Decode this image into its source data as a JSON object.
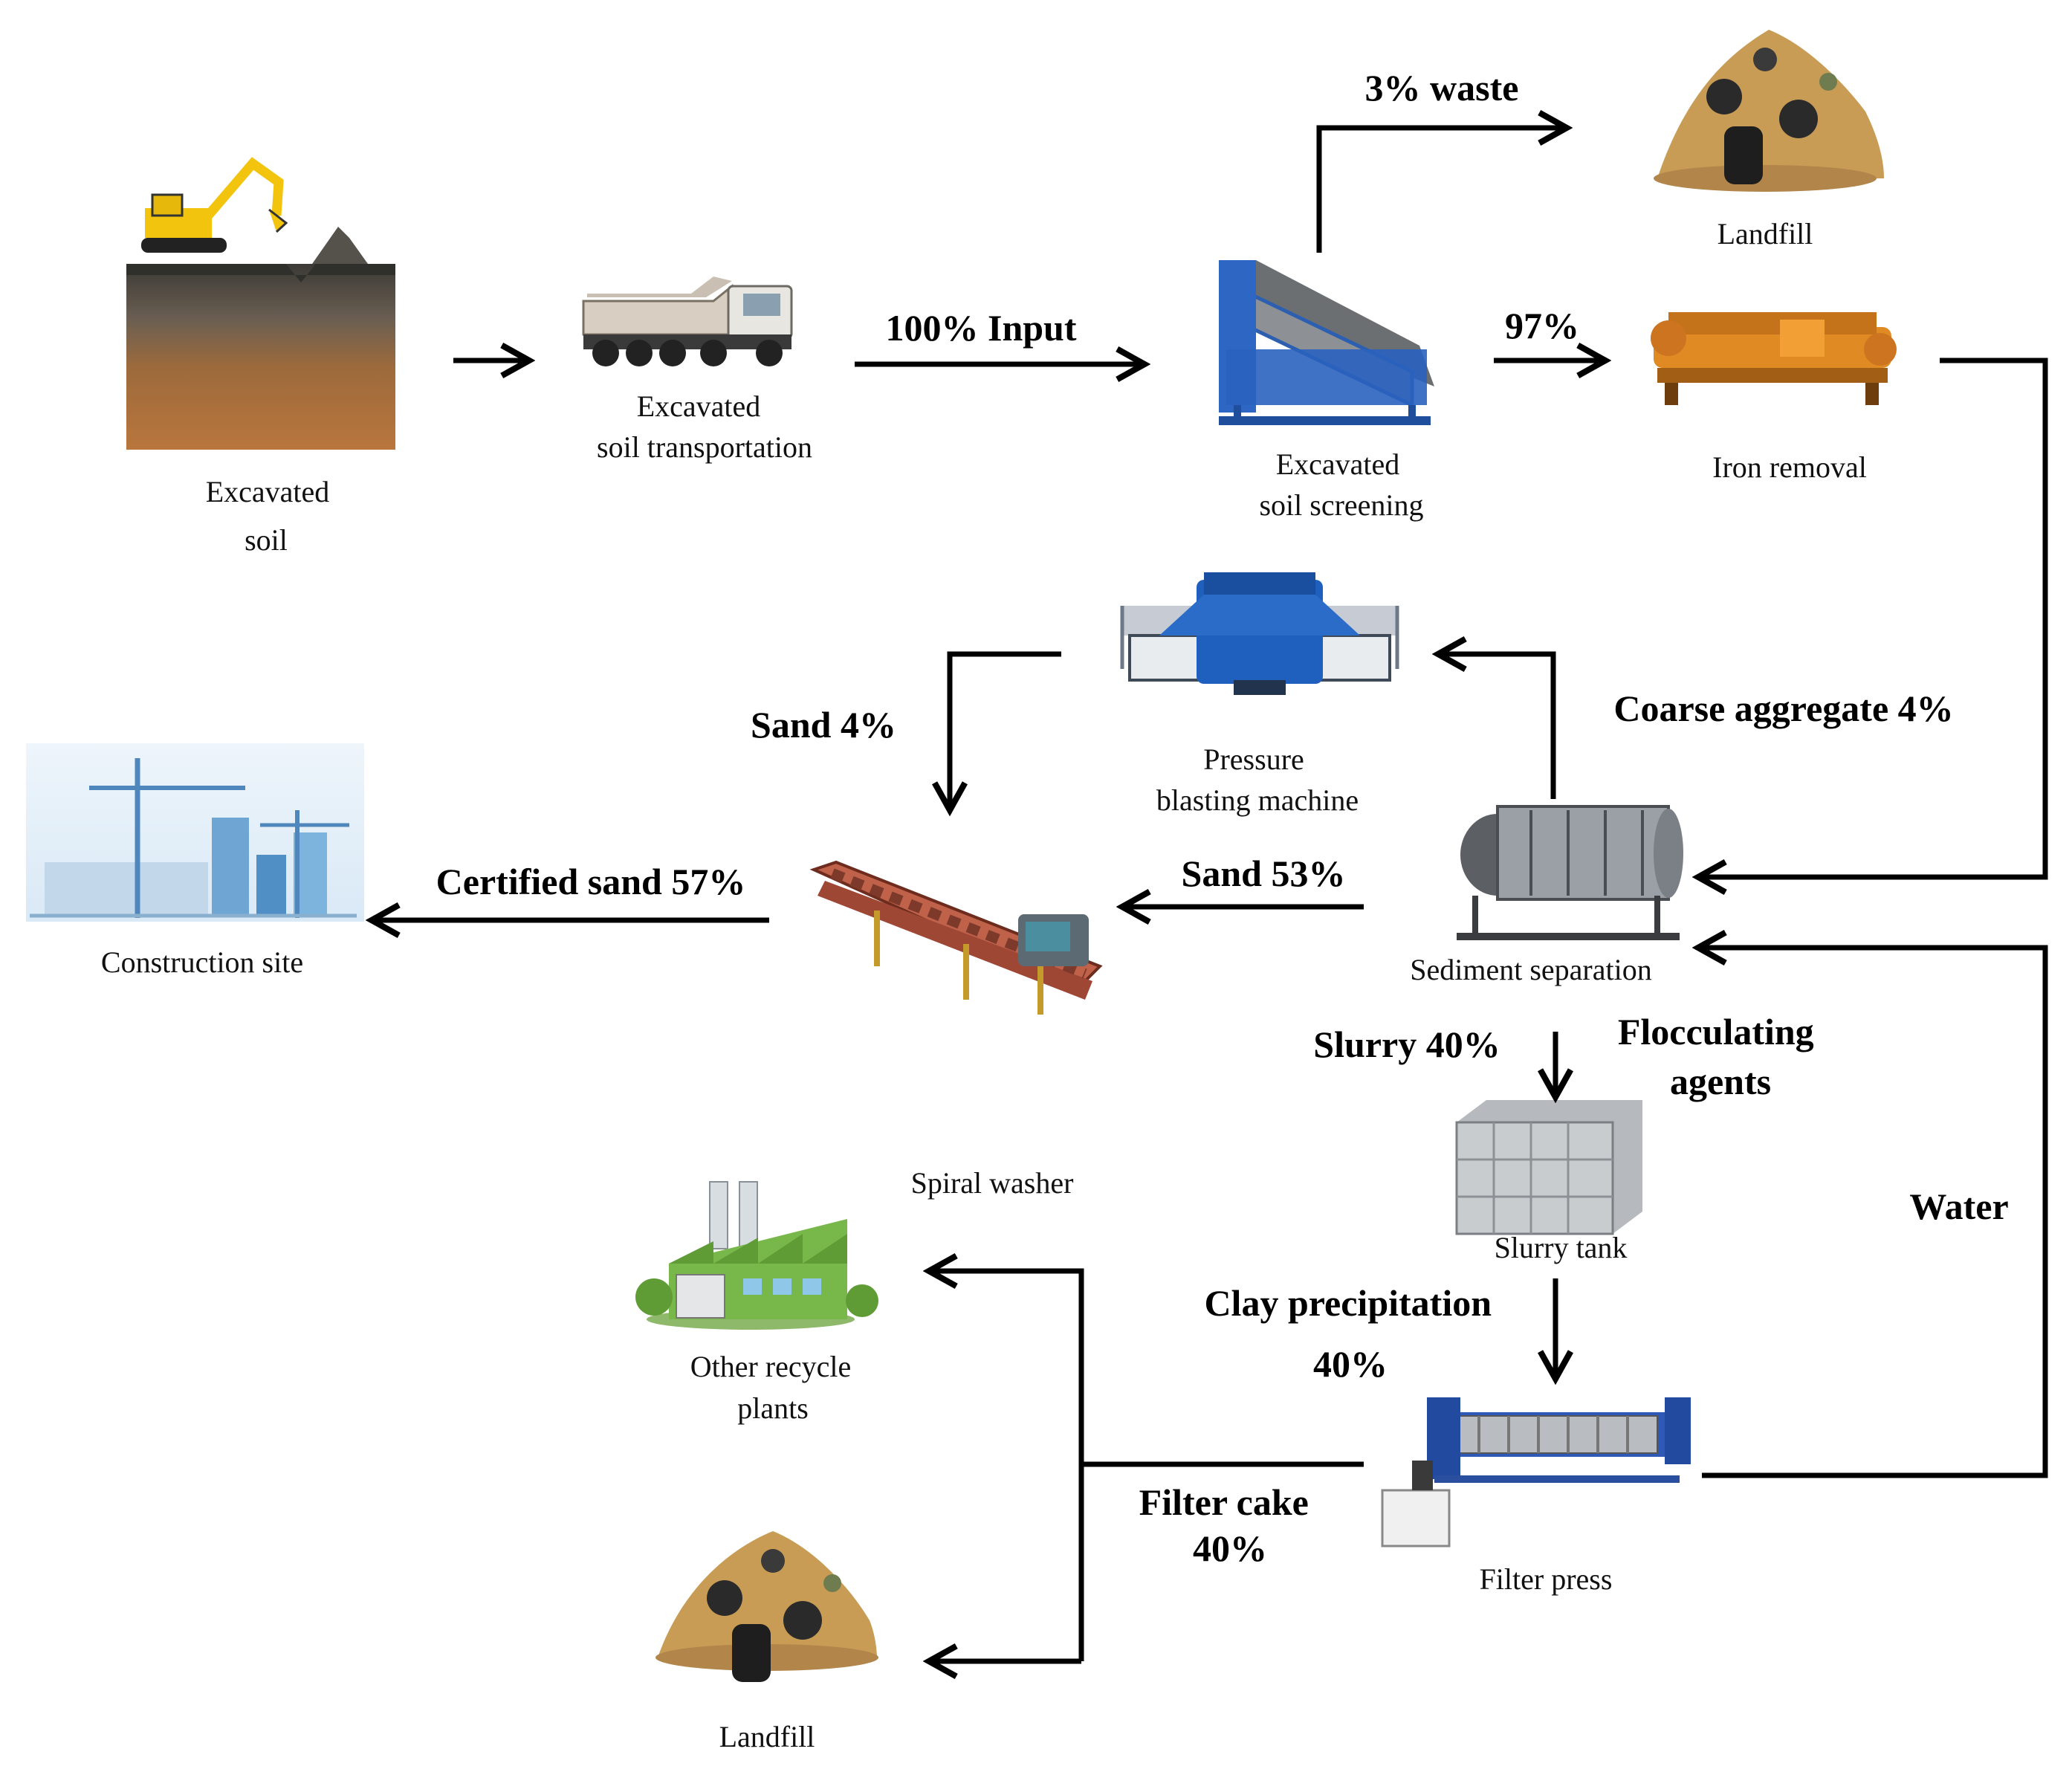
{
  "nodes": {
    "excavated_soil": [
      "Excavated",
      "soil"
    ],
    "transportation": [
      "Excavated",
      "soil transportation"
    ],
    "screening": [
      "Excavated",
      "soil screening"
    ],
    "landfill_top": "Landfill",
    "iron_removal": "Iron removal",
    "pressure_blasting": [
      "Pressure",
      "blasting machine"
    ],
    "sediment_separation": "Sediment separation",
    "construction_site": "Construction site",
    "spiral_washer": "Spiral washer",
    "slurry_tank": "Slurry tank",
    "other_recycle": [
      "Other recycle",
      "plants"
    ],
    "filter_press": "Filter press",
    "landfill_bottom": "Landfill"
  },
  "flows": {
    "input": "100% Input",
    "waste": "3% waste",
    "pct97": "97%",
    "coarse_aggregate": "Coarse aggregate 4%",
    "sand4": "Sand  4%",
    "sand53": "Sand  53%",
    "certified_sand": "Certified sand 57%",
    "slurry": "Slurry 40%",
    "flocculating": [
      "Flocculating",
      "agents"
    ],
    "water": "Water",
    "clay_precipitation": [
      "Clay precipitation",
      "40%"
    ],
    "filter_cake": [
      "Filter cake",
      "40%"
    ]
  }
}
